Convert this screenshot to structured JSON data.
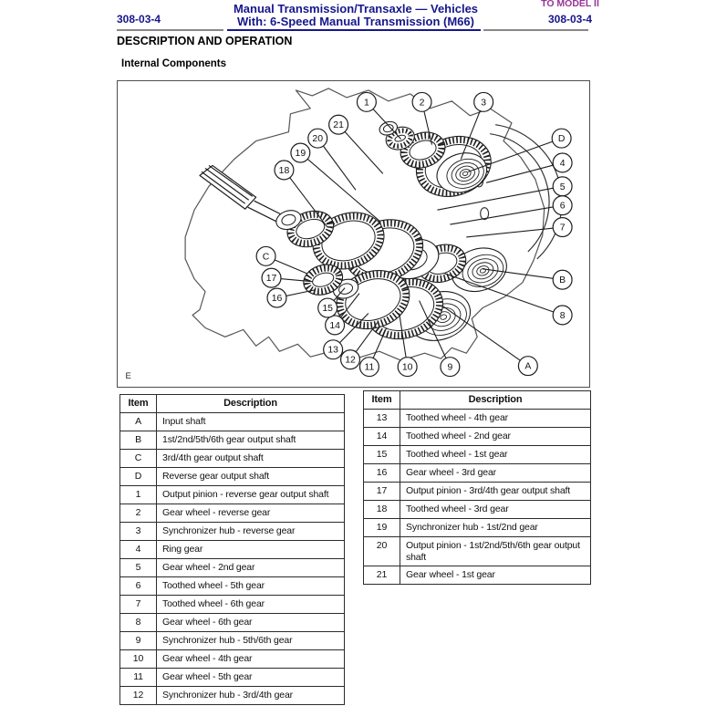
{
  "header": {
    "page_number_left": "308-03-4",
    "title_line1": "Manual Transmission/Transaxle — Vehicles",
    "title_line2": "With: 6-Speed Manual Transmission (M66)",
    "model_index_link": "TO MODEL II",
    "page_number_right": "308-03-4",
    "title_color": "#16168c",
    "link_color": "#993399"
  },
  "section_heading": "DESCRIPTION AND OPERATION",
  "subsection_heading": "Internal Components",
  "figure": {
    "label": "E",
    "callouts": [
      "1",
      "2",
      "3",
      "21",
      "20",
      "19",
      "18",
      "D",
      "4",
      "5",
      "6",
      "7",
      "B",
      "8",
      "A",
      "9",
      "10",
      "11",
      "12",
      "13",
      "14",
      "15",
      "16",
      "17",
      "C"
    ]
  },
  "tables": [
    {
      "headers": [
        "Item",
        "Description"
      ],
      "rows": [
        [
          "A",
          "Input shaft"
        ],
        [
          "B",
          "1st/2nd/5th/6th gear output shaft"
        ],
        [
          "C",
          "3rd/4th gear output shaft"
        ],
        [
          "D",
          "Reverse gear output shaft"
        ],
        [
          "1",
          "Output pinion - reverse gear output shaft"
        ],
        [
          "2",
          "Gear wheel - reverse gear"
        ],
        [
          "3",
          "Synchronizer hub - reverse gear"
        ],
        [
          "4",
          "Ring gear"
        ],
        [
          "5",
          "Gear wheel - 2nd gear"
        ],
        [
          "6",
          "Toothed wheel - 5th gear"
        ],
        [
          "7",
          "Toothed wheel - 6th gear"
        ],
        [
          "8",
          "Gear wheel - 6th gear"
        ],
        [
          "9",
          "Synchronizer hub - 5th/6th gear"
        ],
        [
          "10",
          "Gear wheel - 4th gear"
        ],
        [
          "11",
          "Gear wheel - 5th gear"
        ],
        [
          "12",
          "Synchronizer hub - 3rd/4th gear"
        ]
      ]
    },
    {
      "headers": [
        "Item",
        "Description"
      ],
      "rows": [
        [
          "13",
          "Toothed wheel - 4th gear"
        ],
        [
          "14",
          "Toothed wheel - 2nd gear"
        ],
        [
          "15",
          "Toothed wheel - 1st gear"
        ],
        [
          "16",
          "Gear wheel - 3rd gear"
        ],
        [
          "17",
          "Output pinion - 3rd/4th gear output shaft"
        ],
        [
          "18",
          "Toothed wheel - 3rd gear"
        ],
        [
          "19",
          "Synchronizer hub - 1st/2nd gear"
        ],
        [
          "20",
          "Output pinion - 1st/2nd/5th/6th gear output shaft"
        ],
        [
          "21",
          "Gear wheel - 1st gear"
        ]
      ]
    }
  ]
}
